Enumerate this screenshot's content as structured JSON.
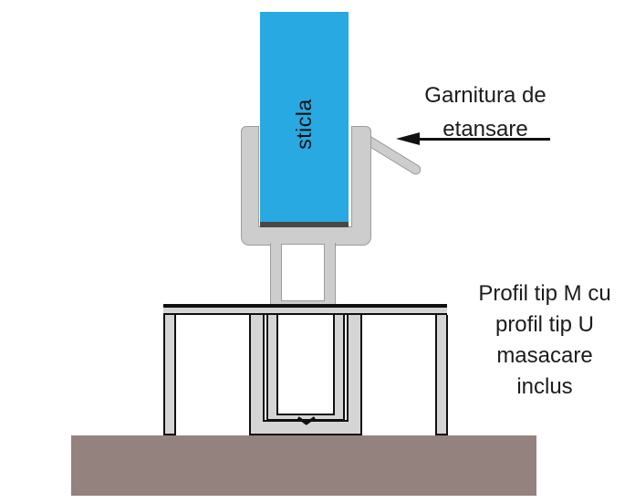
{
  "diagram": {
    "title_context": "glass profile cross-section diagram",
    "glass_label": "sticla",
    "gasket_annotation": {
      "line1": "Garnitura de",
      "line2": "etansare"
    },
    "profile_annotation": {
      "line1": "Profil tip M cu",
      "line2": "profil tip U",
      "line3": "masacare",
      "line4": "inclus"
    }
  },
  "colors": {
    "blue": "#29A9E1",
    "ugray": "#CDCDCD",
    "uline": "#9C9C9C",
    "lgray": "#D5D5D5",
    "black": "#101010",
    "seal": "#484848",
    "base": "#93827E",
    "text": "#1C1C1C"
  }
}
